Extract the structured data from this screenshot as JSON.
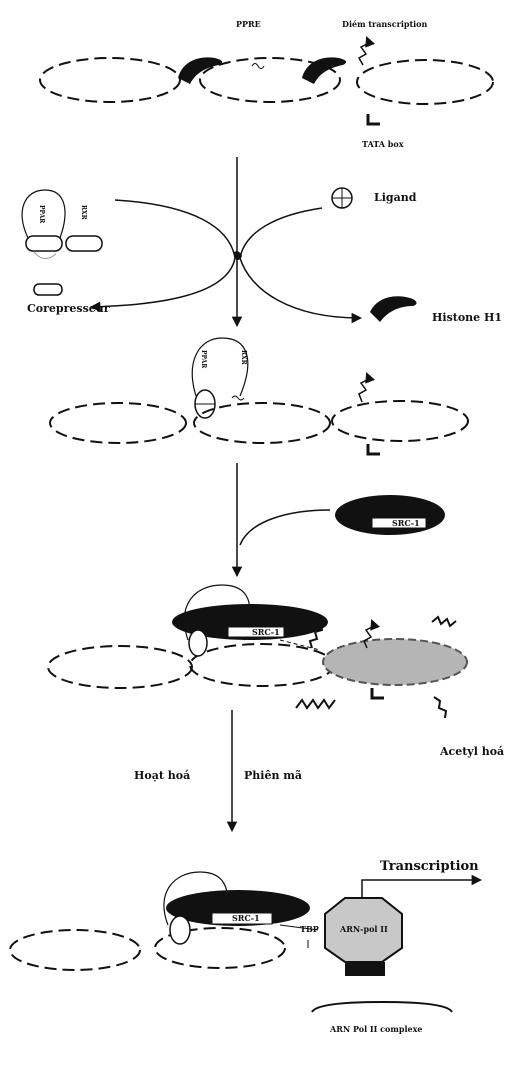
{
  "labels": {
    "ppre": "PPRE",
    "diem_transcription": "Diém transcription",
    "tata_box": "TATA box",
    "ligand": "Ligand",
    "ppar": "PPAR",
    "rxr": "RXR",
    "corepresseur": "Corepresseur",
    "histone_h1": "Histone H1",
    "src1": "SRC-1",
    "acetyl_hoa": "Acetyl hoá",
    "hoat_hoa": "Hoạt hoá",
    "phien_ma": "Phiên mã",
    "transcription": "Transcription",
    "arn_pol_ii": "ARN-pol II",
    "arn_pol_ii_complexe": "ARN Pol II complexe",
    "tbp": "TBP"
  }
}
